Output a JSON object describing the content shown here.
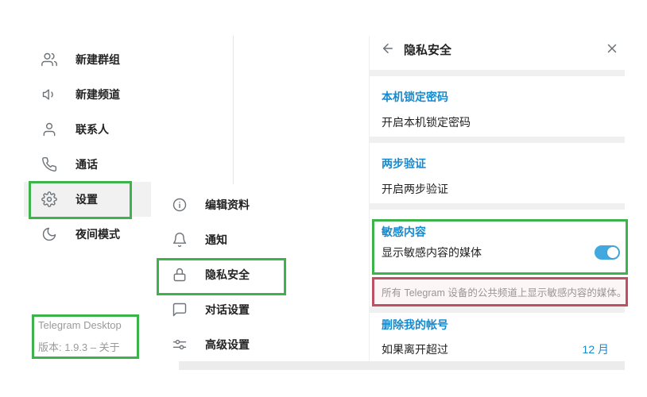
{
  "left_menu": {
    "items": [
      {
        "label": "新建群组",
        "icon": "new-group-icon"
      },
      {
        "label": "新建频道",
        "icon": "new-channel-icon"
      },
      {
        "label": "联系人",
        "icon": "contacts-icon"
      },
      {
        "label": "通话",
        "icon": "calls-icon"
      },
      {
        "label": "设置",
        "icon": "settings-icon",
        "selected": true
      },
      {
        "label": "夜间模式",
        "icon": "night-mode-icon"
      }
    ],
    "footer": {
      "app_name": "Telegram Desktop",
      "version_line": "版本: 1.9.3 – 关于"
    }
  },
  "settings_menu": {
    "items": [
      {
        "label": "编辑资料",
        "icon": "edit-profile-icon"
      },
      {
        "label": "通知",
        "icon": "notifications-icon"
      },
      {
        "label": "隐私安全",
        "icon": "privacy-lock-icon",
        "selected": true
      },
      {
        "label": "对话设置",
        "icon": "chat-settings-icon"
      },
      {
        "label": "高级设置",
        "icon": "advanced-settings-icon"
      }
    ]
  },
  "privacy_panel": {
    "title": "隐私安全",
    "sections": {
      "local_passcode": {
        "header": "本机锁定密码",
        "row": "开启本机锁定密码"
      },
      "two_step": {
        "header": "两步验证",
        "row": "开启两步验证"
      },
      "sensitive": {
        "header": "敏感内容",
        "row": "显示敏感内容的媒体",
        "toggle_on": true,
        "caption": "所有 Telegram 设备的公共频道上显示敏感内容的媒体。"
      },
      "delete_account": {
        "header": "删除我的帐号",
        "row": "如果离开超过",
        "value": "12 月"
      }
    }
  },
  "colors": {
    "accent_blue": "#168acd",
    "toggle_on": "#41a8e0",
    "annotation_green": "#3cb44b",
    "annotation_red": "#bf4f63"
  }
}
